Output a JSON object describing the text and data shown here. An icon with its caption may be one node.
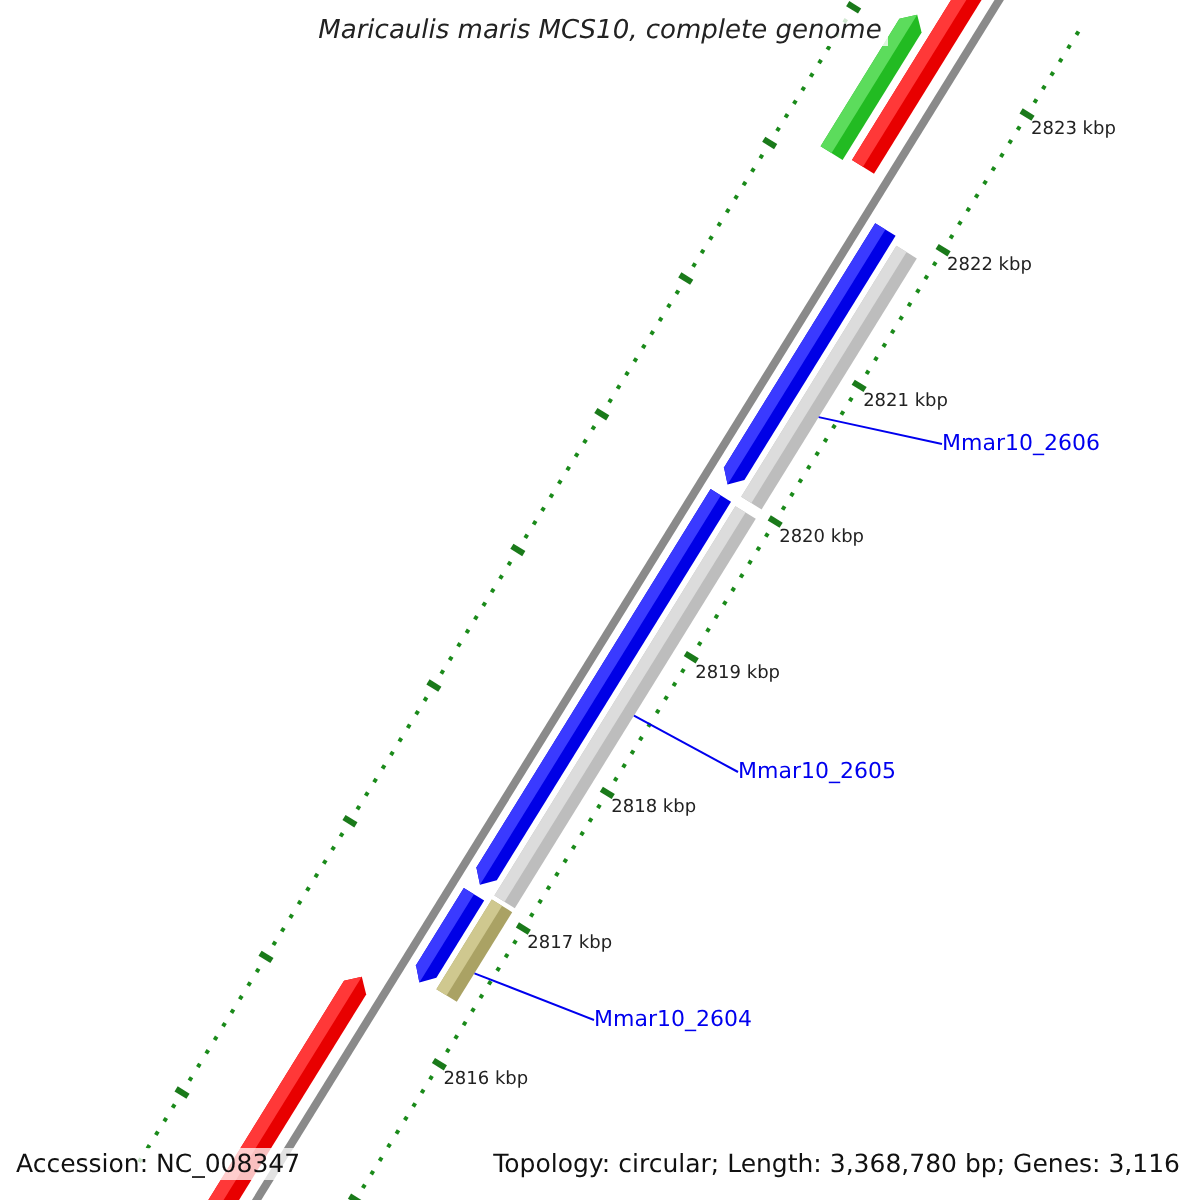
{
  "diagram": {
    "title": "Maricaulis maris MCS10, complete genome",
    "nodes": [
      {
        "text": [
          "Mmar10_2606"
        ]
      },
      {
        "text": [],
        "shape": "bar"
      },
      {
        "text": [
          "Mmar10_2605"
        ]
      },
      {
        "text": [],
        "shape": "bar"
      },
      {
        "text": [
          "Mmar10_2604"
        ]
      },
      {
        "text": [],
        "shape": "bar"
      }
    ],
    "edges": [
      {
        "from": 0,
        "to": 1,
        "arrow": "none"
      },
      {
        "from": 2,
        "to": 3,
        "arrow": "none"
      },
      {
        "from": 4,
        "to": 5,
        "arrow": "none"
      }
    ],
    "labels": [
      "2823 kbp",
      "2822 kbp",
      "2821 kbp",
      "2820 kbp",
      "2819 kbp",
      "2818 kbp",
      "2817 kbp",
      "2816 kbp",
      "Accession: NC_008347",
      "Topology: circular; Length: 3,368,780 bp; Genes: 3,116"
    ]
  }
}
